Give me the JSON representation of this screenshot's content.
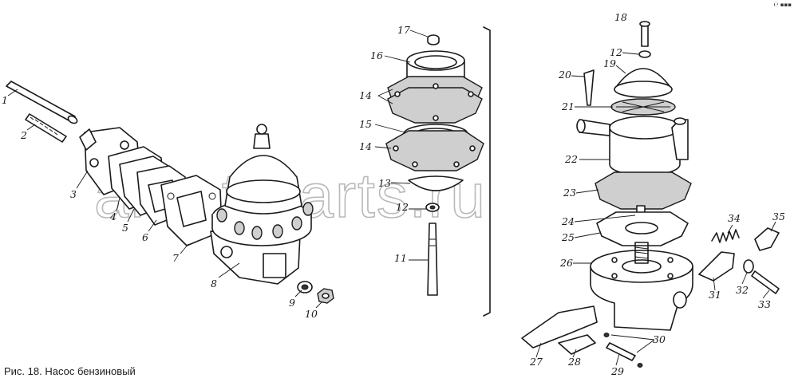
{
  "caption": "Рис. 18. Насос бензиновый",
  "watermark": "arsat-parts.ru",
  "corner_mark": "℮ ▪▪▪",
  "labels": [
    "1",
    "2",
    "3",
    "4",
    "5",
    "6",
    "7",
    "8",
    "9",
    "10",
    "11",
    "12",
    "13",
    "14",
    "14",
    "15",
    "16",
    "17",
    "18",
    "12",
    "19",
    "20",
    "21",
    "22",
    "23",
    "24",
    "25",
    "26",
    "27",
    "28",
    "29",
    "30",
    "31",
    "32",
    "33",
    "34",
    "35"
  ]
}
